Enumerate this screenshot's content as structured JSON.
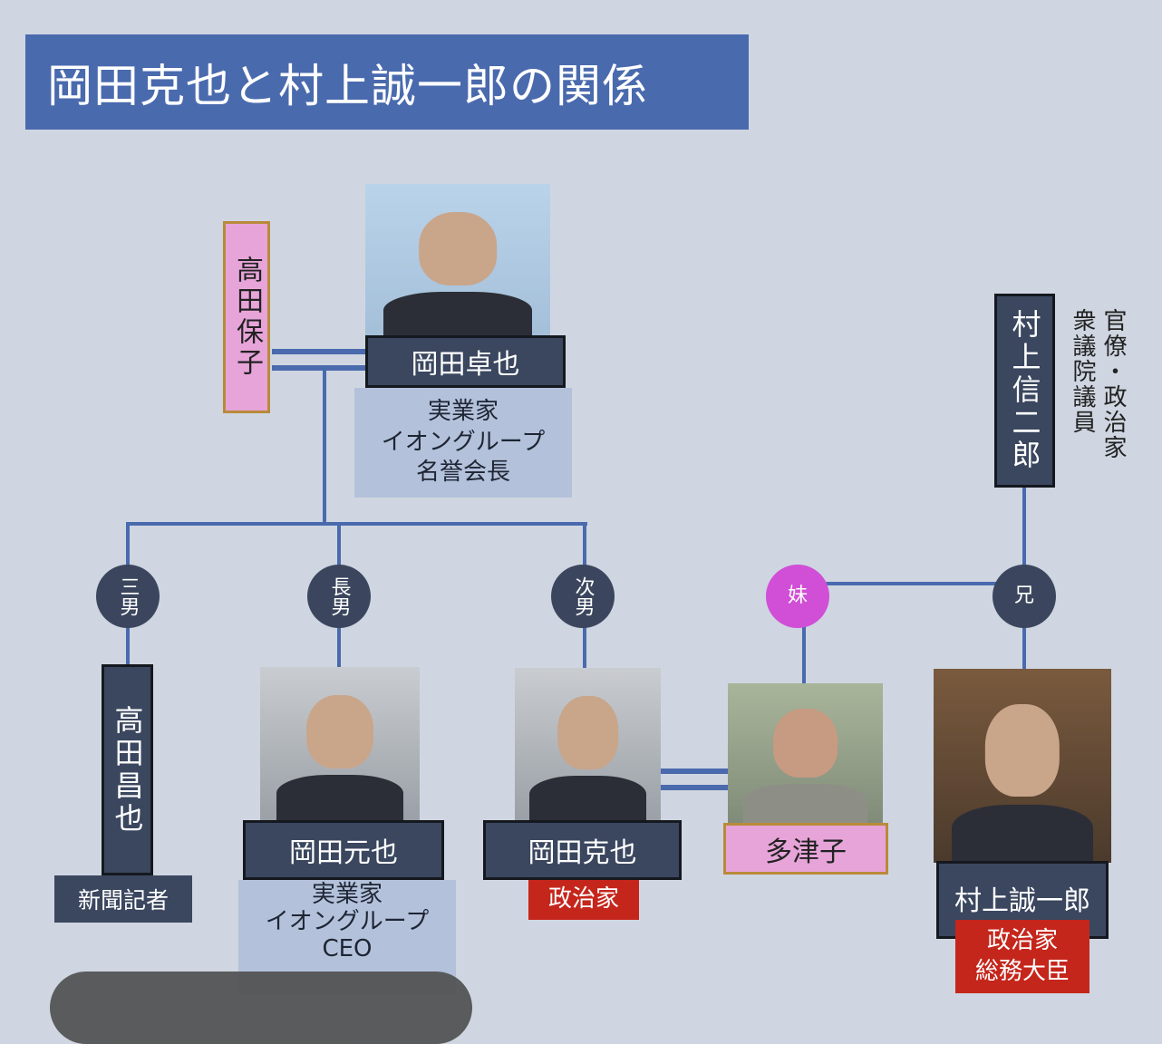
{
  "title": "岡田克也と村上誠一郎の関係",
  "people": {
    "takuya": {
      "name": "岡田卓也",
      "info": [
        "実業家",
        "イオングループ",
        "名誉会長"
      ]
    },
    "yasuko": {
      "name": "高田保子"
    },
    "masaya": {
      "name": "高田昌也",
      "info": "新聞記者",
      "relation": "三男"
    },
    "motoya": {
      "name": "岡田元也",
      "info": [
        "実業家",
        "イオングループ",
        "CEO"
      ],
      "relation": "長男"
    },
    "katsuya": {
      "name": "岡田克也",
      "info": "政治家",
      "relation": "次男"
    },
    "tazuko": {
      "name": "多津子",
      "relation": "妹"
    },
    "shinjiro": {
      "name": "村上信二郎",
      "info": [
        "官僚・政治家",
        "衆議院議員"
      ]
    },
    "seiichiro": {
      "name": "村上誠一郎",
      "info": [
        "政治家",
        "総務大臣"
      ],
      "relation": "兄"
    }
  },
  "colors": {
    "title": "#4a6aae",
    "navy": "#3b475f",
    "pink": "#e7a4d9",
    "red": "#c5261c",
    "sister": "#d04fd6"
  }
}
